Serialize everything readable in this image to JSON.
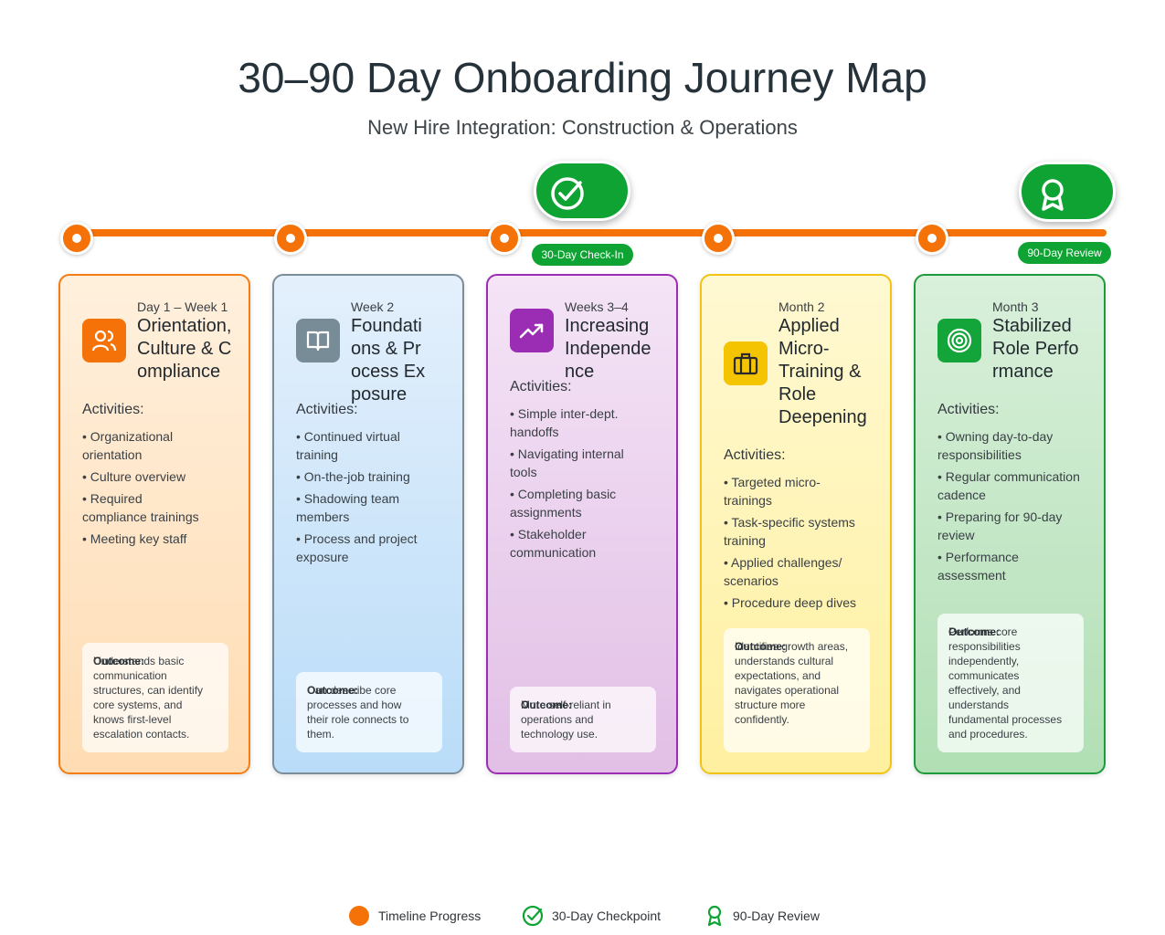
{
  "title": "30–90 Day Onboarding Journey Map",
  "subtitle": "New Hire Integration: Construction & Operations",
  "colors": {
    "timeline": "#f57208",
    "checkpoint": "#0fa334"
  },
  "milestones": {
    "checkin": {
      "label": "30-Day Check-In",
      "icon": "check-circle-icon"
    },
    "review": {
      "label": "90-Day Review",
      "icon": "award-ribbon-icon"
    }
  },
  "stages": [
    {
      "period": "Day 1 – Week 1",
      "title": "Orientation, Culture & Compliance",
      "icon": "people-icon",
      "color": "#f57c12",
      "activities_label": "Activities:",
      "activities": [
        "• Organizational orientation",
        "• Culture overview",
        "• Required compliance trainings",
        "• Meeting key staff"
      ],
      "outcome_label": "Outcome:",
      "outcome": "Understands basic communication structures, can identify core systems, and knows first-level escalation contacts."
    },
    {
      "period": "Week 2",
      "title": "Foundations & Process Exposure",
      "icon": "book-icon",
      "color": "#7b8d99",
      "activities_label": "Activities:",
      "activities": [
        "• Continued virtual training",
        "• On-the-job training",
        "• Shadowing team members",
        "• Process and project exposure"
      ],
      "outcome_label": "Outcome:",
      "outcome": "Can describe core processes and how their role connects to them."
    },
    {
      "period": "Weeks 3–4",
      "title": "Increasing Independence",
      "icon": "trending-up-icon",
      "color": "#9b2db5",
      "activities_label": "Activities:",
      "activities": [
        "• Simple inter-dept. handoffs",
        "• Navigating internal tools",
        "• Completing basic assignments",
        "• Stakeholder communication"
      ],
      "outcome_label": "Outcome:",
      "outcome": "More self-reliant in operations and technology use."
    },
    {
      "period": "Month 2",
      "title": "Applied Micro-Training & Role Deepening",
      "icon": "briefcase-icon",
      "color": "#f2c313",
      "activities_label": "Activities:",
      "activities": [
        "• Targeted micro-trainings",
        "• Task-specific systems training",
        "• Applied challenges/ scenarios",
        "• Procedure deep dives"
      ],
      "outcome_label": "Outcome:",
      "outcome": "Identifies growth areas, understands cultural expectations, and navigates operational structure more confidently."
    },
    {
      "period": "Month 3",
      "title": "Stabilized Role Performance",
      "icon": "target-icon",
      "color": "#1d9a3c",
      "activities_label": "Activities:",
      "activities": [
        "• Owning day-to-day responsibilities",
        "• Regular communication cadence",
        "• Preparing for 90-day review",
        "• Performance assessment"
      ],
      "outcome_label": "Outcome:",
      "outcome": "Performs core responsibilities independently, communicates effectively, and understands fundamental processes and procedures."
    }
  ],
  "legend": {
    "timeline": "Timeline Progress",
    "checkpoint": "30-Day Checkpoint",
    "review": "90-Day Review"
  }
}
